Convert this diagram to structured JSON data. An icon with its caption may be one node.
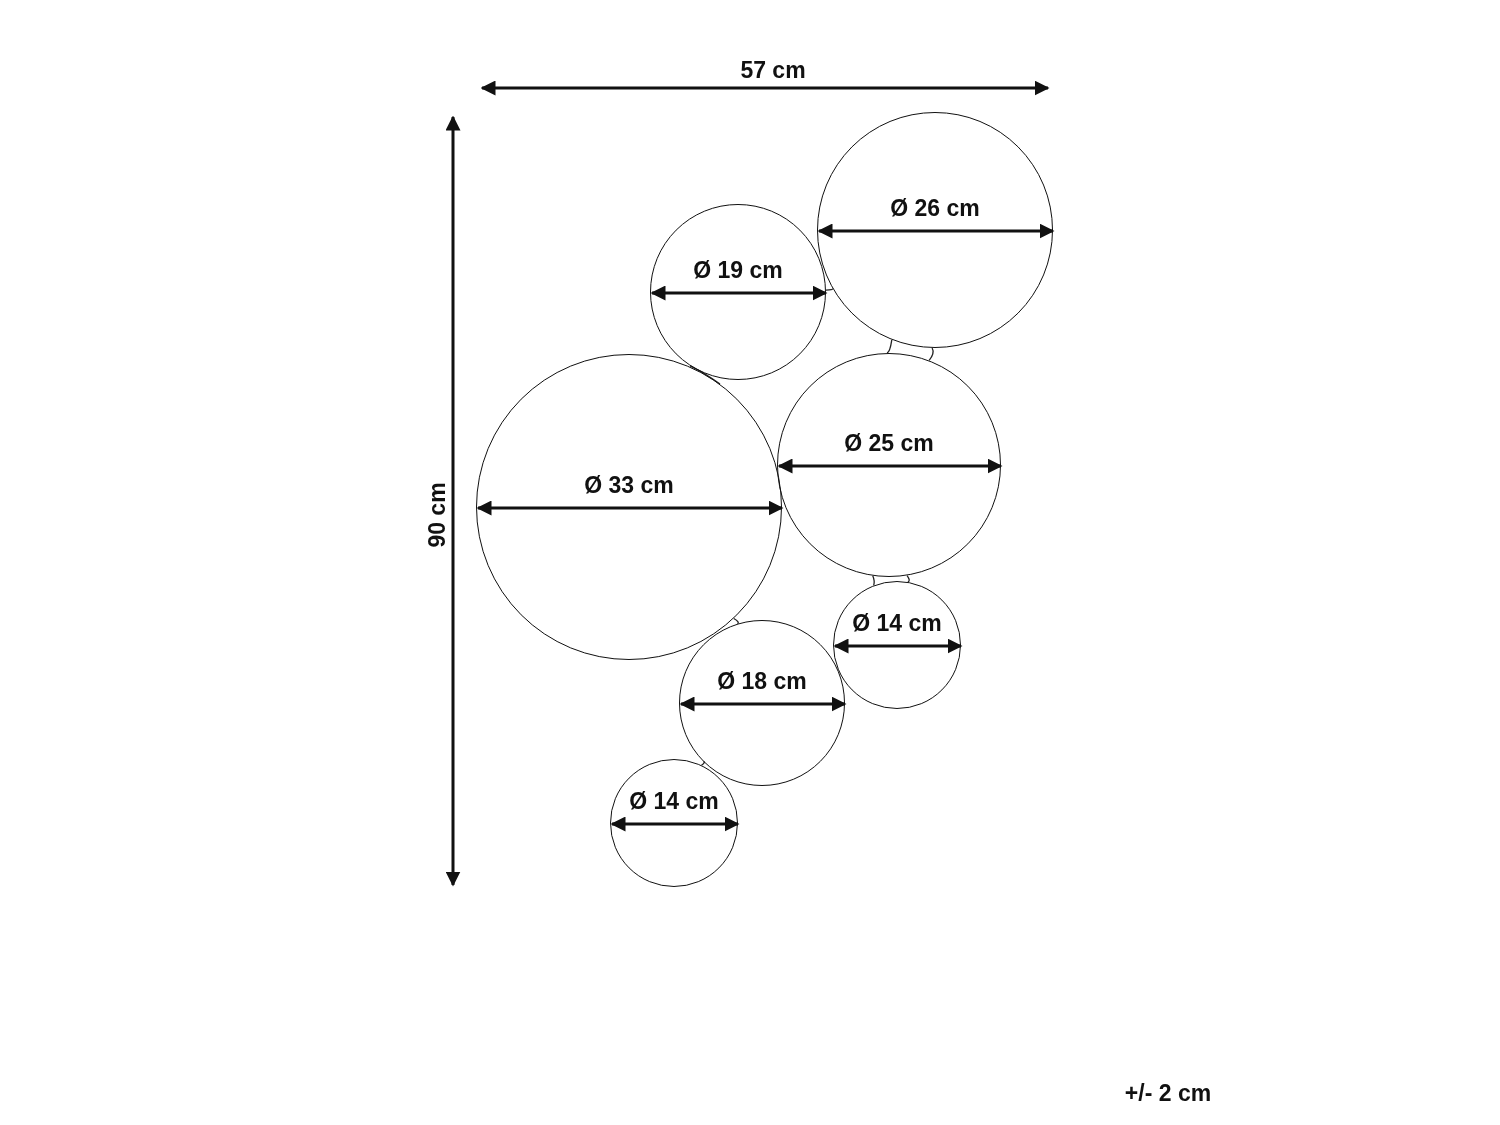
{
  "diagram": {
    "nodes": [
      {
        "text": [
          "Ø 26 cm"
        ]
      },
      {
        "text": [
          "Ø 19 cm"
        ]
      },
      {
        "text": [
          "Ø 33 cm"
        ]
      },
      {
        "text": [
          "Ø 25 cm"
        ]
      },
      {
        "text": [
          "Ø 14 cm"
        ]
      },
      {
        "text": [
          "Ø 18 cm"
        ]
      },
      {
        "text": [
          "Ø 14 cm"
        ]
      }
    ],
    "edges": [
      {
        "from": 1,
        "to": 0,
        "arrow": "none"
      },
      {
        "from": 0,
        "to": 3,
        "arrow": "none"
      },
      {
        "from": 0,
        "to": 3,
        "arrow": "none"
      },
      {
        "from": 1,
        "to": 2,
        "arrow": "none"
      },
      {
        "from": 3,
        "to": 4,
        "arrow": "none"
      },
      {
        "from": 3,
        "to": 4,
        "arrow": "none"
      },
      {
        "from": 2,
        "to": 5,
        "arrow": "none"
      },
      {
        "from": 5,
        "to": 6,
        "arrow": "none"
      }
    ],
    "labels": [
      "57 cm",
      "90 cm",
      "+/- 2 cm"
    ]
  }
}
